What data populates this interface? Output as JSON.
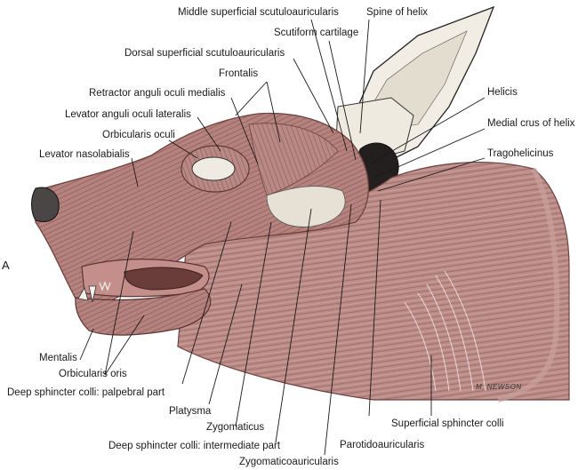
{
  "figure": {
    "panel_label": "A",
    "signature": "M. NEWSON",
    "labels": {
      "middle_superficial_scutuloauricularis": "Middle superficial scutuloauricularis",
      "spine_of_helix": "Spine of helix",
      "scutiform_cartilage": "Scutiform cartilage",
      "dorsal_superficial_scutuloauricularis": "Dorsal superficial scutuloauricularis",
      "frontalis": "Frontalis",
      "retractor_anguli_oculi_medialis": "Retractor anguli oculi medialis",
      "levator_anguli_oculi_lateralis": "Levator anguli oculi lateralis",
      "orbicularis_oculi": "Orbicularis oculi",
      "levator_nasolabialis": "Levator nasolabialis",
      "helicis": "Helicis",
      "medial_crus_of_helix": "Medial crus of helix",
      "tragohelicinus": "Tragohelicinus",
      "mentalis": "Mentalis",
      "orbicularis_oris": "Orbicularis oris",
      "deep_sphincter_colli_palpebral": "Deep sphincter colli: palpebral part",
      "platysma": "Platysma",
      "zygomaticus": "Zygomaticus",
      "deep_sphincter_colli_intermediate": "Deep sphincter colli: intermediate part",
      "zygomaticoauricularis": "Zygomaticoauricularis",
      "superficial_sphincter_colli": "Superficial sphincter colli",
      "parotidoauricularis": "Parotidoauricularis"
    }
  },
  "colors": {
    "muscle": "#b98a86",
    "muscle_dark": "#8e5f5c",
    "skin_fur": "#c99c98",
    "cartilage": "#ece7dc",
    "ear_inner": "#1f1c1c",
    "line": "#1a1a1a"
  }
}
